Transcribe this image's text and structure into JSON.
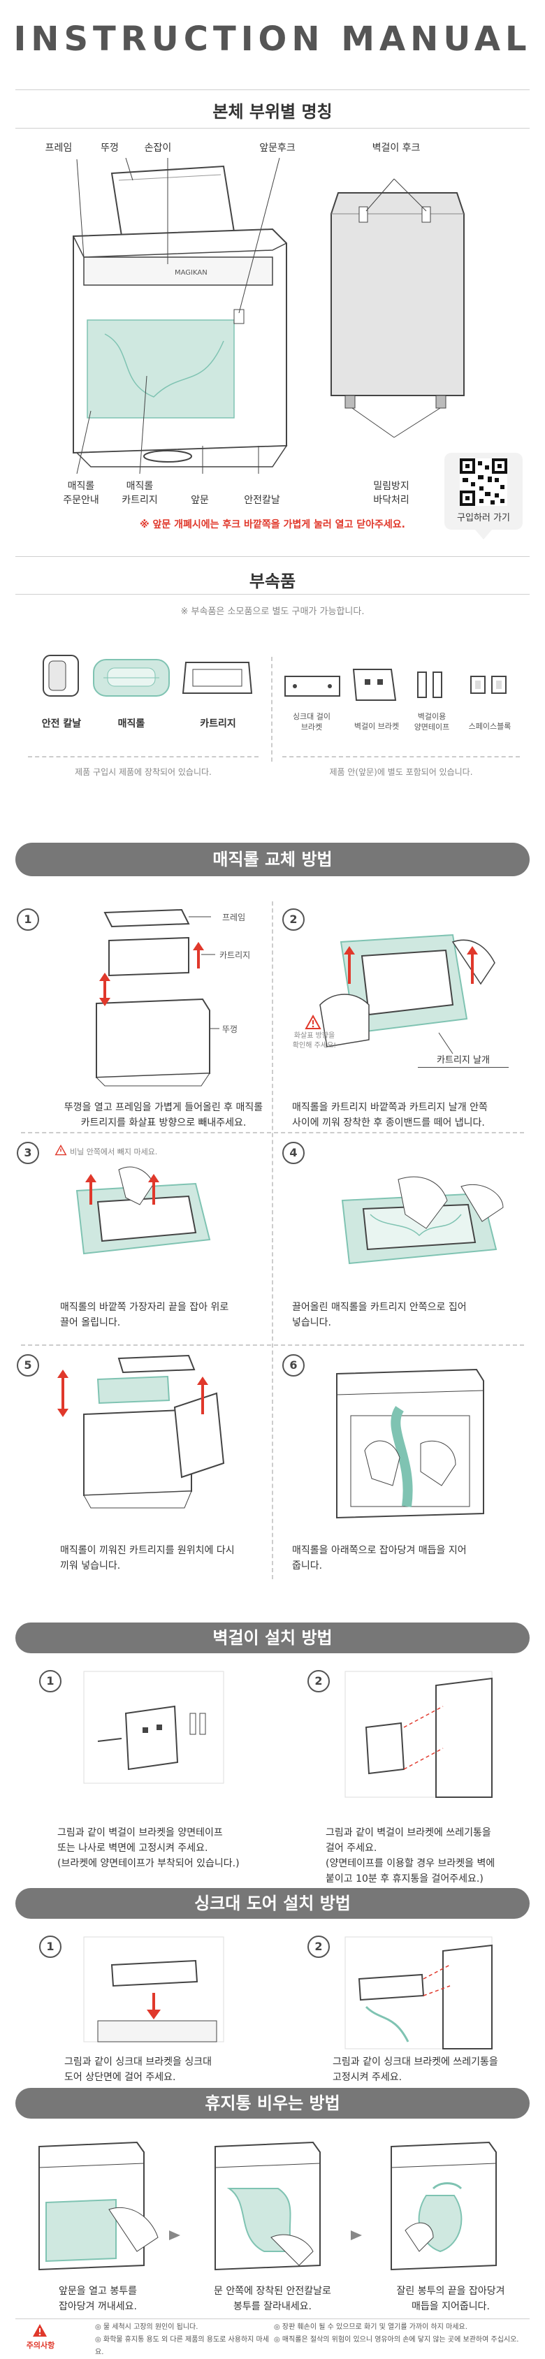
{
  "header": {
    "title": "INSTRUCTION MANUAL"
  },
  "parts": {
    "heading": "본체 부위별 명칭",
    "labels": {
      "frame": "프레임",
      "lid": "뚜껑",
      "handle": "손잡이",
      "front_hook": "앞문후크",
      "wall_hook": "벽걸이 후크",
      "magic_roll_guide": [
        "매직롤",
        "주문안내"
      ],
      "magic_roll_cartridge": [
        "매직롤",
        "카트리지"
      ],
      "front_door": "앞문",
      "safety_blade": "안전칼날",
      "anti_slip": [
        "밀림방지",
        "바닥처리"
      ]
    },
    "brand": "MAGIKAN",
    "qr_label": "구입하러 가기",
    "warning": "※ 앞문 개폐시에는 후크 바깥쪽을 가볍게 눌러 열고 닫아주세요."
  },
  "accessories": {
    "heading": "부속품",
    "note": "※ 부속품은 소모품으로 별도 구매가 가능합니다.",
    "left_items": [
      "안전 칼날",
      "매직롤",
      "카트리지"
    ],
    "right_items": [
      [
        "싱크대 걸이",
        "브라켓"
      ],
      [
        "벽걸이 브라켓"
      ],
      [
        "벽걸이용",
        "양면테이프"
      ],
      [
        "스페이스블록"
      ]
    ],
    "left_note": "제품 구입시 제품에 장착되어 있습니다.",
    "right_note": "제품 안(앞문)에 별도 포함되어 있습니다."
  },
  "replace": {
    "banner": "매직롤 교체 방법",
    "steps": [
      {
        "num": "1",
        "caption": [
          "뚜껑을 열고 프레임을 가볍게 들어올린 후 매직롤",
          "카트리지를 화살표 방향으로 빼내주세요."
        ]
      },
      {
        "num": "2",
        "caption": [
          "매직롤을 카트리지 바깥쪽과 카트리지 날개 안쪽",
          "사이에 끼워 장착한 후 종이밴드를 떼어 냅니다."
        ]
      },
      {
        "num": "3",
        "caption": [
          "매직롤의 바깥쪽 가장자리 끝을 잡아 위로",
          "끌어 올립니다."
        ]
      },
      {
        "num": "4",
        "caption": [
          "끌어올린 매직롤을 카트리지 안쪽으로 집어",
          "넣습니다."
        ]
      },
      {
        "num": "5",
        "caption": [
          "매직롤이 끼워진 카트리지를 원위치에 다시",
          "끼워 넣습니다."
        ]
      },
      {
        "num": "6",
        "caption": [
          "매직롤을 아래쪽으로 잡아당겨 매듭을 지어",
          "줍니다."
        ]
      }
    ],
    "callouts": {
      "frame": "프레임",
      "cartridge": "카트리지",
      "lid": "뚜껑",
      "caution": [
        "화살표 방향을",
        "확인해 주세요!"
      ],
      "wing": "카트리지 날개",
      "vinyl_warning": "비닐 안쪽에서 빼지 마세요."
    }
  },
  "wall": {
    "banner": "벽걸이 설치 방법",
    "steps": [
      {
        "num": "1",
        "caption": [
          "그림과 같이 벽걸이 브라켓을 양면테이프",
          "또는 나사로 벽면에 고정시켜 주세요.",
          "(브라켓에 양면테이프가 부착되어 있습니다.)"
        ]
      },
      {
        "num": "2",
        "caption": [
          "그림과 같이 벽걸이 브라켓에 쓰레기통을",
          "걸어 주세요.",
          "(양면테이프를 이용할 경우 브라켓을 벽에",
          "붙이고 10분 후 휴지통을 걸어주세요.)"
        ]
      }
    ]
  },
  "sink": {
    "banner": "싱크대 도어 설치 방법",
    "steps": [
      {
        "num": "1",
        "caption": [
          "그림과 같이 싱크대 브라켓을 싱크대",
          "도어 상단면에 걸어 주세요."
        ]
      },
      {
        "num": "2",
        "caption": [
          "그림과 같이 싱크대 브라켓에 쓰레기통을",
          "고정시켜 주세요."
        ]
      }
    ]
  },
  "empty": {
    "banner": "휴지통 비우는 방법",
    "steps": [
      {
        "caption": [
          "앞문을 열고 봉투를",
          "잡아당겨 꺼내세요."
        ]
      },
      {
        "caption": [
          "문 안쪽에 장착된 안전칼날로",
          "봉투를 잘라내세요."
        ]
      },
      {
        "caption": [
          "잘린 봉투의 끝을 잡아당겨",
          "매듭을 지어줍니다."
        ]
      }
    ]
  },
  "caution": {
    "label": "주의사항",
    "items": [
      "물 세척시 고장의 원인이 됩니다.",
      "화학물 휴지통 용도 외 다른 제품의 용도로 사용하지 마세요.",
      "장판 훼손이 될 수 있으므로 화기 및 열기를 가까이 하지 마세요.",
      "매직롤은 절삭의 위험이 있으니 영유아의 손에 닿지 않는 곳에 보관하여 주십시오."
    ]
  },
  "colors": {
    "mint": "#cfe8e0",
    "mint_dark": "#7fc3b2",
    "banner_gray": "#777777",
    "warning_red": "#e0382b"
  }
}
